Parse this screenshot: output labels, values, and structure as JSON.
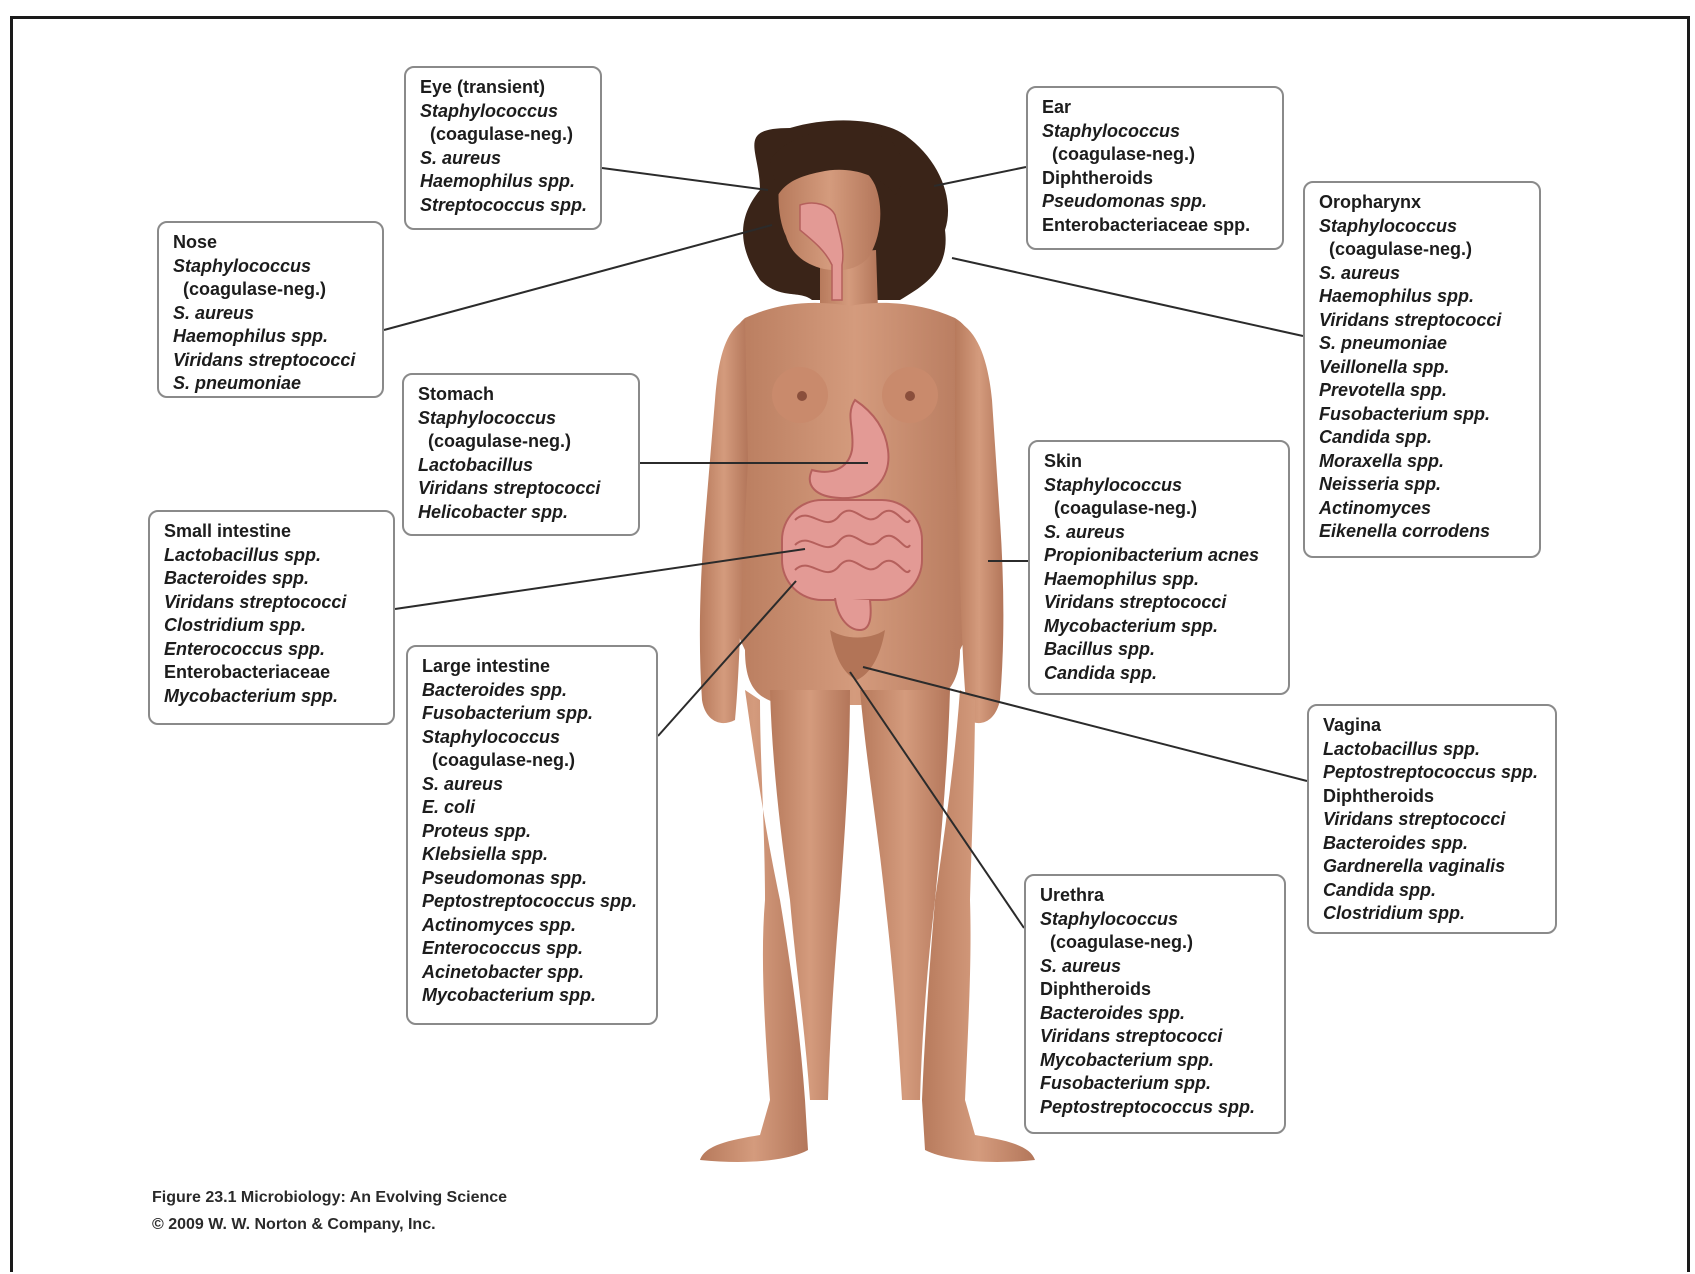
{
  "panels": [
    {
      "id": "eye",
      "title": "Eye (transient)",
      "items": [
        {
          "text": "Staphylococcus",
          "style": "it"
        },
        {
          "text": "(coagulase-neg.)",
          "style": "sub"
        },
        {
          "text": "S. aureus",
          "style": "it"
        },
        {
          "text": "Haemophilus spp.",
          "style": "it"
        },
        {
          "text": "Streptococcus spp.",
          "style": "it"
        }
      ]
    },
    {
      "id": "ear",
      "title": "Ear",
      "items": [
        {
          "text": "Staphylococcus",
          "style": "it"
        },
        {
          "text": "(coagulase-neg.)",
          "style": "sub"
        },
        {
          "text": "Diphtheroids",
          "style": ""
        },
        {
          "text": "Pseudomonas spp.",
          "style": "it"
        },
        {
          "text": "Enterobacteriaceae spp.",
          "style": ""
        }
      ]
    },
    {
      "id": "nose",
      "title": "Nose",
      "items": [
        {
          "text": "Staphylococcus",
          "style": "it"
        },
        {
          "text": "(coagulase-neg.)",
          "style": "sub"
        },
        {
          "text": "S. aureus",
          "style": "it"
        },
        {
          "text": "Haemophilus spp.",
          "style": "it"
        },
        {
          "text": "Viridans streptococci",
          "style": "it"
        },
        {
          "text": "S. pneumoniae",
          "style": "it"
        }
      ]
    },
    {
      "id": "oropharynx",
      "title": "Oropharynx",
      "items": [
        {
          "text": "Staphylococcus",
          "style": "it"
        },
        {
          "text": "(coagulase-neg.)",
          "style": "sub"
        },
        {
          "text": "S. aureus",
          "style": "it"
        },
        {
          "text": "Haemophilus spp.",
          "style": "it"
        },
        {
          "text": "Viridans streptococci",
          "style": "it"
        },
        {
          "text": "S. pneumoniae",
          "style": "it"
        },
        {
          "text": "Veillonella spp.",
          "style": "it"
        },
        {
          "text": "Prevotella spp.",
          "style": "it"
        },
        {
          "text": "Fusobacterium spp.",
          "style": "it"
        },
        {
          "text": "Candida spp.",
          "style": "it"
        },
        {
          "text": "Moraxella spp.",
          "style": "it"
        },
        {
          "text": "Neisseria spp.",
          "style": "it"
        },
        {
          "text": "Actinomyces",
          "style": "it"
        },
        {
          "text": "Eikenella corrodens",
          "style": "it"
        }
      ]
    },
    {
      "id": "stomach",
      "title": "Stomach",
      "items": [
        {
          "text": "Staphylococcus",
          "style": "it"
        },
        {
          "text": "(coagulase-neg.)",
          "style": "sub"
        },
        {
          "text": "Lactobacillus",
          "style": "it"
        },
        {
          "text": "Viridans streptococci",
          "style": "it"
        },
        {
          "text": "Helicobacter spp.",
          "style": "it"
        }
      ]
    },
    {
      "id": "skin",
      "title": "Skin",
      "items": [
        {
          "text": "Staphylococcus",
          "style": "it"
        },
        {
          "text": "(coagulase-neg.)",
          "style": "sub"
        },
        {
          "text": "S. aureus",
          "style": "it"
        },
        {
          "text": "Propionibacterium acnes",
          "style": "it"
        },
        {
          "text": "Haemophilus spp.",
          "style": "it"
        },
        {
          "text": "Viridans streptococci",
          "style": "it"
        },
        {
          "text": "Mycobacterium spp.",
          "style": "it"
        },
        {
          "text": "Bacillus spp.",
          "style": "it"
        },
        {
          "text": "Candida spp.",
          "style": "it"
        }
      ]
    },
    {
      "id": "small_intestine",
      "title": "Small intestine",
      "items": [
        {
          "text": "Lactobacillus spp.",
          "style": "it"
        },
        {
          "text": "Bacteroides spp.",
          "style": "it"
        },
        {
          "text": "Viridans streptococci",
          "style": "it"
        },
        {
          "text": "Clostridium spp.",
          "style": "it"
        },
        {
          "text": "Enterococcus spp.",
          "style": "it"
        },
        {
          "text": "Enterobacteriaceae",
          "style": ""
        },
        {
          "text": "Mycobacterium spp.",
          "style": "it"
        }
      ]
    },
    {
      "id": "large_intestine",
      "title": "Large intestine",
      "items": [
        {
          "text": "Bacteroides spp.",
          "style": "it"
        },
        {
          "text": "Fusobacterium spp.",
          "style": "it"
        },
        {
          "text": "Staphylococcus",
          "style": "it"
        },
        {
          "text": "(coagulase-neg.)",
          "style": "sub"
        },
        {
          "text": "S. aureus",
          "style": "it"
        },
        {
          "text": "E. coli",
          "style": "it"
        },
        {
          "text": "Proteus spp.",
          "style": "it"
        },
        {
          "text": "Klebsiella spp.",
          "style": "it"
        },
        {
          "text": "Pseudomonas spp.",
          "style": "it"
        },
        {
          "text": "Peptostreptococcus spp.",
          "style": "it"
        },
        {
          "text": "Actinomyces spp.",
          "style": "it"
        },
        {
          "text": "Enterococcus spp.",
          "style": "it"
        },
        {
          "text": "Acinetobacter spp.",
          "style": "it"
        },
        {
          "text": "Mycobacterium spp.",
          "style": "it"
        }
      ]
    },
    {
      "id": "vagina",
      "title": "Vagina",
      "items": [
        {
          "text": "Lactobacillus spp.",
          "style": "it"
        },
        {
          "text": "Peptostreptococcus spp.",
          "style": "it"
        },
        {
          "text": "Diphtheroids",
          "style": ""
        },
        {
          "text": "Viridans streptococci",
          "style": "it"
        },
        {
          "text": "Bacteroides spp.",
          "style": "it"
        },
        {
          "text": "Gardnerella vaginalis",
          "style": "it"
        },
        {
          "text": "Candida spp.",
          "style": "it"
        },
        {
          "text": "Clostridium spp.",
          "style": "it"
        }
      ]
    },
    {
      "id": "urethra",
      "title": "Urethra",
      "items": [
        {
          "text": "Staphylococcus",
          "style": "it"
        },
        {
          "text": "(coagulase-neg.)",
          "style": "sub"
        },
        {
          "text": "S. aureus",
          "style": "it"
        },
        {
          "text": "Diphtheroids",
          "style": ""
        },
        {
          "text": "Bacteroides spp.",
          "style": "it"
        },
        {
          "text": "Viridans streptococci",
          "style": "it"
        },
        {
          "text": "Mycobacterium spp.",
          "style": "it"
        },
        {
          "text": "Fusobacterium spp.",
          "style": "it"
        },
        {
          "text": "Peptostreptococcus spp.",
          "style": "it"
        }
      ]
    }
  ],
  "caption": {
    "line1": "Figure 23.1  Microbiology: An Evolving Science",
    "line2": "© 2009 W. W. Norton & Company, Inc."
  },
  "colors": {
    "skin": "#c98d6f",
    "skin_shadow": "#a8684e",
    "hair": "#3a2418",
    "organ": "#e39a95",
    "organ_edge": "#b5605c",
    "leader": "#2b2b2b",
    "box_border": "#8a8a8a"
  },
  "icons": [
    "human-figure-illustration",
    "stomach-organ",
    "intestines-organ"
  ]
}
